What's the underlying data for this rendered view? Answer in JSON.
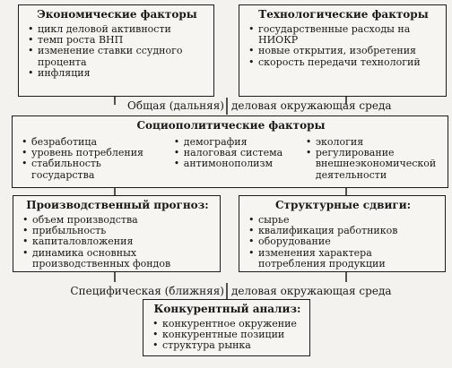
{
  "economic": {
    "title": "Экономические факторы",
    "items": [
      "цикл деловой активности",
      "темп роста ВНП",
      "изменение ставки ссудного процента",
      "инфляция"
    ]
  },
  "technological": {
    "title": "Технологические факторы",
    "items": [
      "государственные расходы на НИОКР",
      "новые открытия, изобретения",
      "скорость передачи технологий"
    ]
  },
  "general_env": {
    "left": "Общая (дальняя)",
    "right": "деловая окружающая среда"
  },
  "sociopolitical": {
    "title": "Социополитические факторы",
    "col1": [
      "безработица",
      "уровень потребления",
      "стабильность государства"
    ],
    "col2": [
      "демография",
      "налоговая система",
      "антимонополизм"
    ],
    "col3": [
      "экология",
      "регулирование внешнеэкономической деятельности"
    ]
  },
  "production": {
    "title": "Производственный прогноз:",
    "items": [
      "объем производства",
      "прибыльность",
      "капиталовложения",
      "динамика основных производственных фондов"
    ]
  },
  "structural": {
    "title": "Структурные сдвиги:",
    "items": [
      "сырье",
      "квалификация работников",
      "оборудование",
      "изменения характера потребления продукции"
    ]
  },
  "specific_env": {
    "left": "Специфическая (ближняя)",
    "right": "деловая окружающая среда"
  },
  "competitive": {
    "title": "Конкурентный анализ:",
    "items": [
      "конкурентное окружение",
      "конкурентные позиции",
      "структура рынка"
    ]
  }
}
